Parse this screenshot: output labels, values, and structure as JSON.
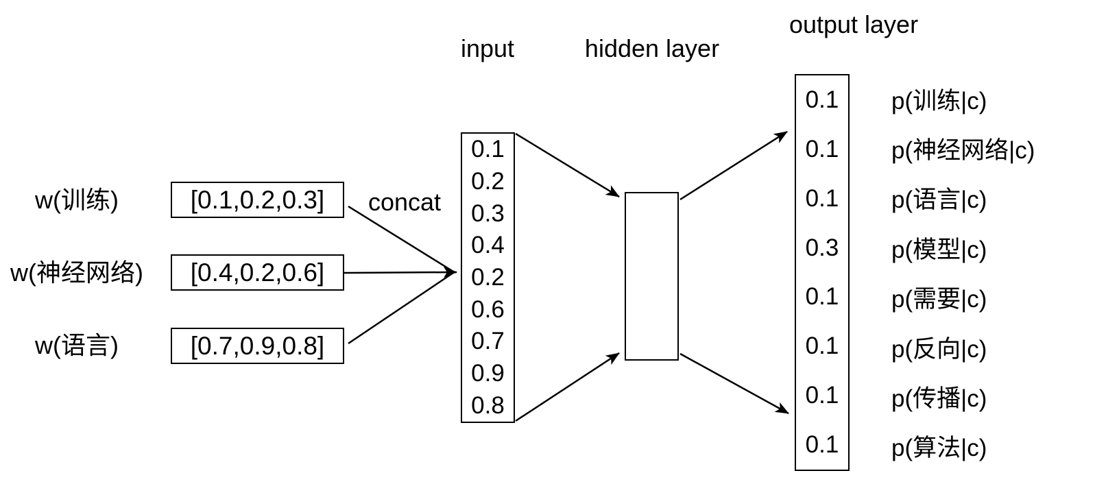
{
  "diagram": {
    "title_labels": {
      "input": "input",
      "hidden": "hidden layer",
      "output": "output layer",
      "concat": "concat"
    },
    "words": [
      {
        "label": "w(训练)",
        "vector": "[0.1,0.2,0.3]"
      },
      {
        "label": "w(神经网络)",
        "vector": "[0.4,0.2,0.6]"
      },
      {
        "label": "w(语言)",
        "vector": "[0.7,0.9,0.8]"
      }
    ],
    "input_values": [
      "0.1",
      "0.2",
      "0.3",
      "0.4",
      "0.2",
      "0.6",
      "0.7",
      "0.9",
      "0.8"
    ],
    "output_rows": [
      {
        "value": "0.1",
        "prob": "p(训练|c)"
      },
      {
        "value": "0.1",
        "prob": "p(神经网络|c)"
      },
      {
        "value": "0.1",
        "prob": "p(语言|c)"
      },
      {
        "value": "0.3",
        "prob": "p(模型|c)"
      },
      {
        "value": "0.1",
        "prob": "p(需要|c)"
      },
      {
        "value": "0.1",
        "prob": "p(反向|c)"
      },
      {
        "value": "0.1",
        "prob": "p(传播|c)"
      },
      {
        "value": "0.1",
        "prob": "p(算法|c)"
      }
    ],
    "colors": {
      "ink": "#000000",
      "background": "#ffffff"
    }
  }
}
